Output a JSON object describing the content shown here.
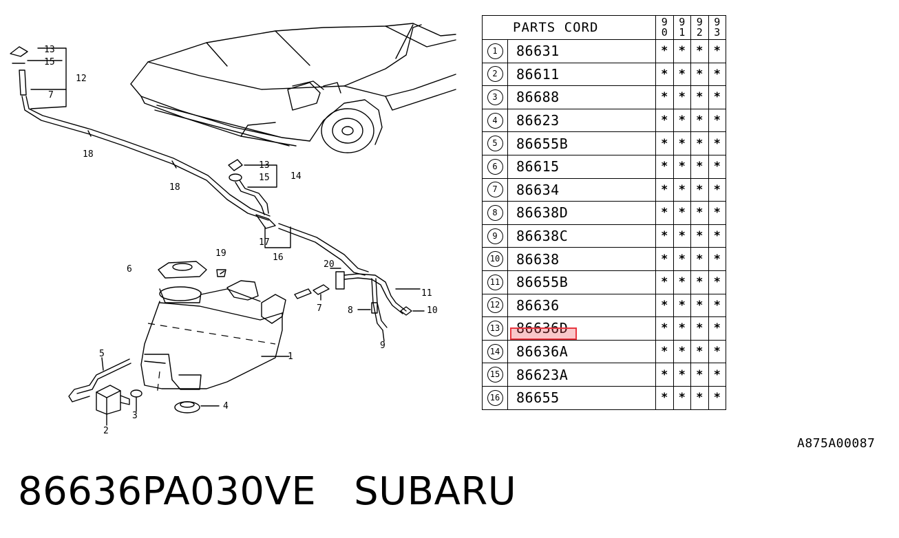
{
  "table": {
    "header": {
      "parts_label": "PARTS CORD",
      "years": [
        [
          "9",
          "0"
        ],
        [
          "9",
          "1"
        ],
        [
          "9",
          "2"
        ],
        [
          "9",
          "3"
        ]
      ]
    },
    "rows": [
      {
        "num": "1",
        "code": "86631",
        "marks": [
          "*",
          "*",
          "*",
          "*"
        ]
      },
      {
        "num": "2",
        "code": "86611",
        "marks": [
          "*",
          "*",
          "*",
          "*"
        ]
      },
      {
        "num": "3",
        "code": "86688",
        "marks": [
          "*",
          "*",
          "*",
          "*"
        ]
      },
      {
        "num": "4",
        "code": "86623",
        "marks": [
          "*",
          "*",
          "*",
          "*"
        ]
      },
      {
        "num": "5",
        "code": "86655B",
        "marks": [
          "*",
          "*",
          "*",
          "*"
        ]
      },
      {
        "num": "6",
        "code": "86615",
        "marks": [
          "*",
          "*",
          "*",
          "*"
        ]
      },
      {
        "num": "7",
        "code": "86634",
        "marks": [
          "*",
          "*",
          "*",
          "*"
        ]
      },
      {
        "num": "8",
        "code": "86638D",
        "marks": [
          "*",
          "*",
          "*",
          "*"
        ]
      },
      {
        "num": "9",
        "code": "86638C",
        "marks": [
          "*",
          "*",
          "*",
          "*"
        ]
      },
      {
        "num": "10",
        "code": "86638",
        "marks": [
          "*",
          "*",
          "*",
          "*"
        ]
      },
      {
        "num": "11",
        "code": "86655B",
        "marks": [
          "*",
          "*",
          "*",
          "*"
        ]
      },
      {
        "num": "12",
        "code": "86636",
        "marks": [
          "*",
          "*",
          "*",
          "*"
        ]
      },
      {
        "num": "13",
        "code": "86636D",
        "marks": [
          "*",
          "*",
          "*",
          "*"
        ]
      },
      {
        "num": "14",
        "code": "86636A",
        "marks": [
          "*",
          "*",
          "*",
          "*"
        ]
      },
      {
        "num": "15",
        "code": "86623A",
        "marks": [
          "*",
          "*",
          "*",
          "*"
        ]
      },
      {
        "num": "16",
        "code": "86655",
        "marks": [
          "*",
          "*",
          "*",
          "*"
        ]
      }
    ],
    "highlighted_row": "13",
    "highlight_color": "#e8353f"
  },
  "diagram": {
    "callouts": [
      "13",
      "15",
      "12",
      "7",
      "18",
      "18",
      "13",
      "15",
      "14",
      "17",
      "16",
      "19",
      "6",
      "20",
      "11",
      "7",
      "8",
      "10",
      "9",
      "1",
      "5",
      "3",
      "2",
      "4"
    ]
  },
  "catalog_ref": "A875A00087",
  "footer": {
    "part_number": "86636PA030VE",
    "brand": "SUBARU"
  }
}
